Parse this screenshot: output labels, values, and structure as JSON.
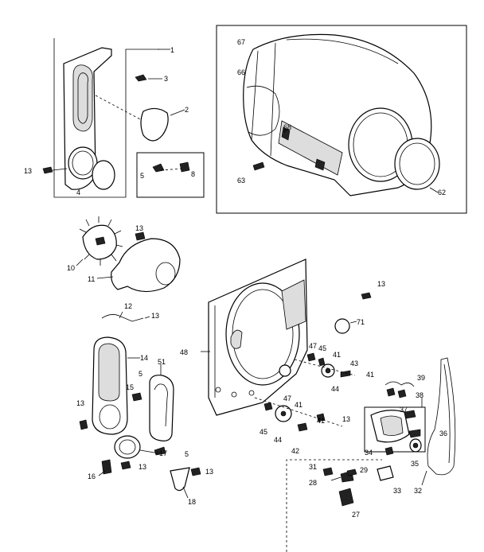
{
  "labels": {
    "l1": "1",
    "l2": "2",
    "l3": "3",
    "l4": "4",
    "l5a": "5",
    "l8": "8",
    "l13a": "13",
    "l67": "67",
    "l66": "66",
    "l68": "68",
    "l63": "63",
    "l62": "62",
    "l10": "10",
    "l11": "11",
    "l13b": "13",
    "l12": "12",
    "l13c": "13",
    "l14": "14",
    "l5b": "5",
    "l51": "51",
    "l15": "15",
    "l13d": "13",
    "l5c": "5",
    "l17": "17",
    "l16": "16",
    "l13e": "13",
    "l13f": "13",
    "l18": "18",
    "l48": "48",
    "l13g": "13",
    "l71": "71",
    "l47a": "47",
    "l45a": "45",
    "l41a": "41",
    "l43": "43",
    "l41b": "41",
    "l44a": "44",
    "l47b": "47",
    "l41c": "41",
    "l45b": "45",
    "l44b": "44",
    "l42": "42",
    "l41d": "41",
    "l13h": "13",
    "l39": "39",
    "l38": "38",
    "l37": "37",
    "l36": "36",
    "l34": "34",
    "l35": "35",
    "l31": "31",
    "l29": "29",
    "l28": "28",
    "l33": "33",
    "l32": "32",
    "l27": "27"
  }
}
